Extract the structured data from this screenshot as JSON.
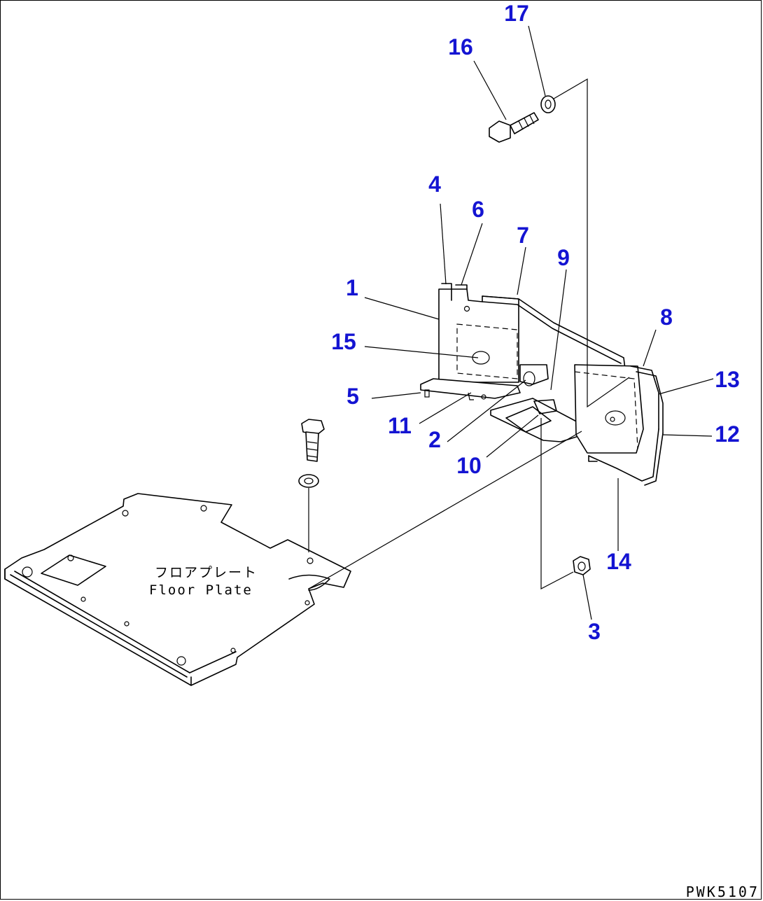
{
  "accent_color": "#1414d2",
  "drawing_code": "PWK5107",
  "floor_plate": {
    "label_jp": "フロアプレート",
    "label_en": "Floor Plate"
  },
  "callouts": [
    "1",
    "2",
    "3",
    "4",
    "5",
    "6",
    "7",
    "8",
    "9",
    "10",
    "11",
    "12",
    "13",
    "14",
    "15",
    "16",
    "17"
  ]
}
